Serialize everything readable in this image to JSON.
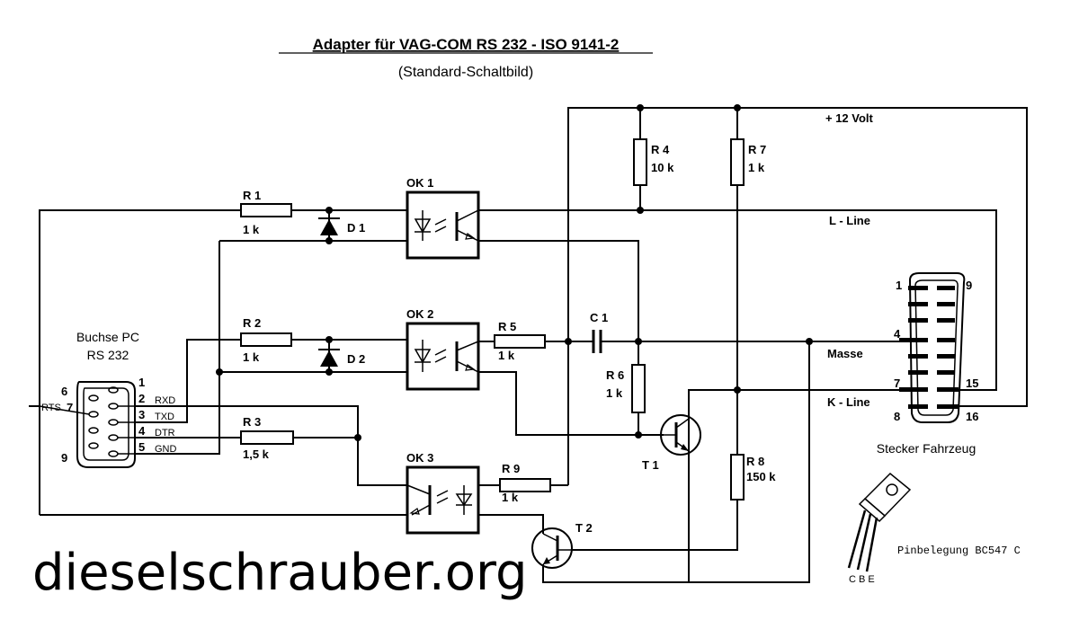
{
  "title": "Adapter für VAG-COM   RS 232 - ISO 9141-2",
  "subtitle": "(Standard-Schaltbild)",
  "supply_label": "+ 12 Volt",
  "lines": {
    "l_line": "L - Line",
    "k_line": "K - Line",
    "masse": "Masse"
  },
  "pc_connector": {
    "title_line1": "Buchse PC",
    "title_line2": "RS 232",
    "pins": [
      "1",
      "2",
      "3",
      "4",
      "5",
      "6",
      "7",
      "9"
    ],
    "signals": {
      "rxd": "RXD",
      "txd": "TXD",
      "dtr": "DTR",
      "gnd": "GND",
      "rts": "RTS"
    }
  },
  "components": {
    "r1": {
      "name": "R 1",
      "value": "1 k"
    },
    "r2": {
      "name": "R 2",
      "value": "1 k"
    },
    "r3": {
      "name": "R 3",
      "value": "1,5 k"
    },
    "r4": {
      "name": "R 4",
      "value": "10 k"
    },
    "r5": {
      "name": "R 5",
      "value": "1 k"
    },
    "r6": {
      "name": "R 6",
      "value": "1 k"
    },
    "r7": {
      "name": "R 7",
      "value": "1 k"
    },
    "r8": {
      "name": "R 8",
      "value": "150 k"
    },
    "r9": {
      "name": "R 9",
      "value": "1 k"
    },
    "d1": "D 1",
    "d2": "D 2",
    "c1": "C 1",
    "ok1": "OK 1",
    "ok2": "OK 2",
    "ok3": "OK 3",
    "t1": "T 1",
    "t2": "T 2"
  },
  "vehicle_connector": {
    "label": "Stecker Fahrzeug",
    "pins": {
      "p1": "1",
      "p4": "4",
      "p7": "7",
      "p8": "8",
      "p9": "9",
      "p15": "15",
      "p16": "16"
    }
  },
  "transistor_pinout": {
    "label": "Pinbelegung BC547 C",
    "pins": "C B E"
  },
  "watermark": "dieselschrauber.org"
}
